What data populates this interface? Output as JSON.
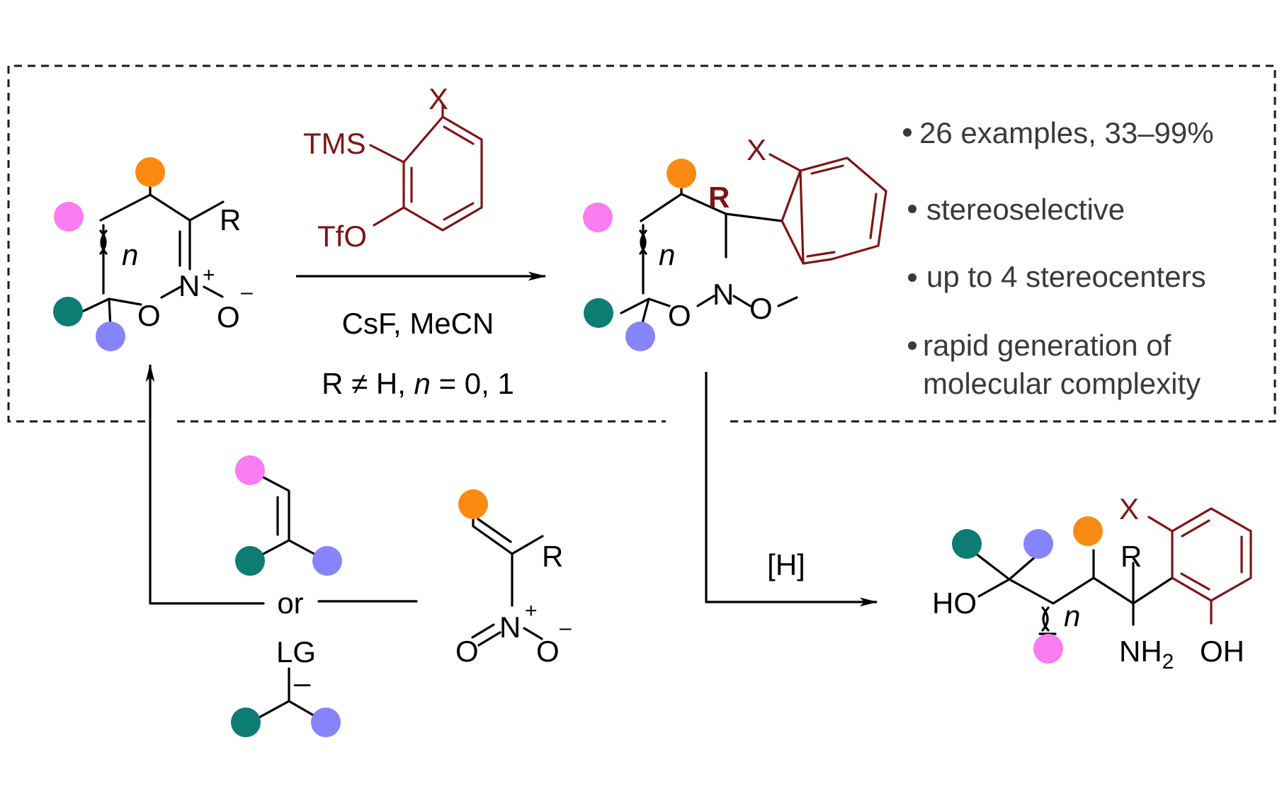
{
  "colors": {
    "orange": "#fb8a10",
    "pink": "#f97cf0",
    "teal": "#0d7c73",
    "periwinkle": "#8684fc",
    "dark_red": "#7f1416",
    "bullet_text": "#3a3a3a"
  },
  "labels": {
    "R": "R",
    "n": "n",
    "N": "N",
    "O": "O",
    "plus": "+",
    "minus": "–",
    "X": "X",
    "TMS": "TMS",
    "TfO": "TfO",
    "LG": "LG",
    "HO": "HO",
    "OH": "OH",
    "NH": "NH",
    "sub2": "2",
    "or": "or"
  },
  "conditions": {
    "reagents": "CsF, MeCN",
    "scope_prefix": "R ≠  H, ",
    "scope_n": "n",
    "scope_suffix": " = 0, 1",
    "reduction": "[H]"
  },
  "bullets": [
    "26 examples, 33–99%",
    "stereoselective",
    "up to 4 stereocenters",
    "rapid generation of",
    "molecular complexity"
  ]
}
